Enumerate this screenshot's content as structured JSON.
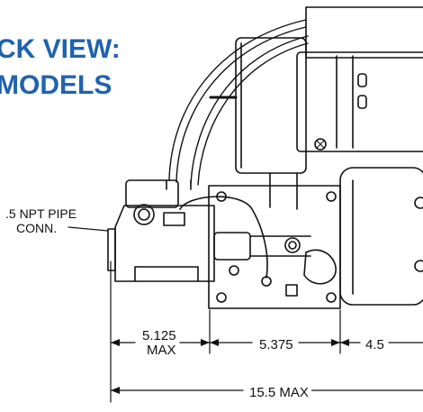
{
  "heading": {
    "line1": "CK VIEW:",
    "line2": "MODELS",
    "color": "#1f63ad"
  },
  "callout": {
    "line1": ".5 NPT PIPE",
    "line2": "CONN."
  },
  "dimensions": {
    "left_max_value": "5.125",
    "left_max_suffix": "MAX",
    "middle": "5.375",
    "right": "4.5",
    "overall": "15.5 MAX"
  }
}
